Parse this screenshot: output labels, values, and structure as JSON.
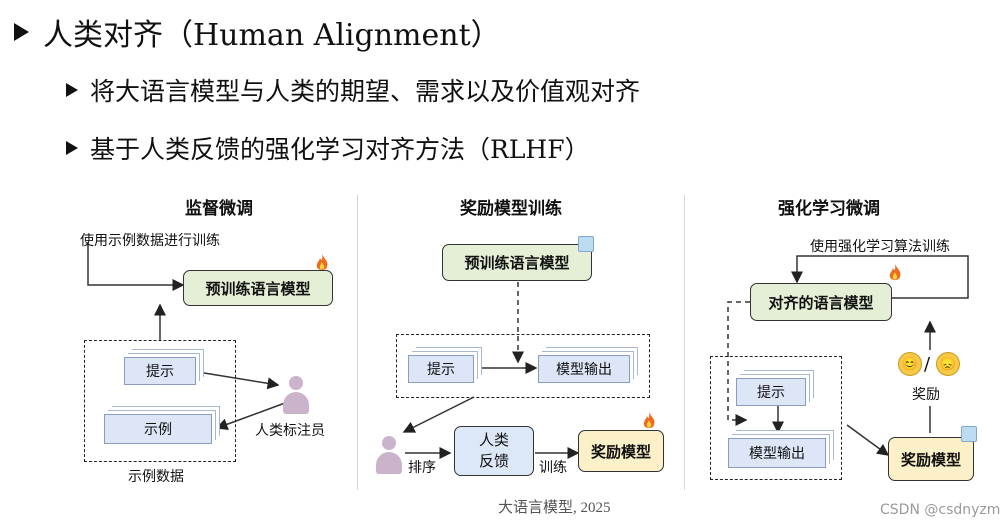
{
  "heading": "人类对齐（Human Alignment）",
  "bullets": [
    "将大语言模型与人类的期望、需求以及价值观对齐",
    "基于人类反馈的强化学习对齐方法（RLHF）"
  ],
  "panels": {
    "sft": {
      "title": "监督微调",
      "train_label": "使用示例数据进行训练",
      "model": "预训练语言模型",
      "prompt": "提示",
      "example": "示例",
      "annotator": "人类标注员",
      "data_label": "示例数据"
    },
    "rm": {
      "title": "奖励模型训练",
      "model": "预训练语言模型",
      "prompt": "提示",
      "output": "模型输出",
      "rank": "排序",
      "feedback_line1": "人类",
      "feedback_line2": "反馈",
      "train": "训练",
      "reward_model": "奖励模型"
    },
    "rl": {
      "title": "强化学习微调",
      "train_label": "使用强化学习算法训练",
      "aligned_model": "对齐的语言模型",
      "reward": "奖励",
      "prompt": "提示",
      "output": "模型输出",
      "reward_model": "奖励模型",
      "faces": [
        "😊",
        "/",
        "😞"
      ]
    }
  },
  "footer": "大语言模型, 2025",
  "watermark": "CSDN @csdnyzm",
  "icons": [
    "fire-icon",
    "ice-icon",
    "person-icon"
  ]
}
